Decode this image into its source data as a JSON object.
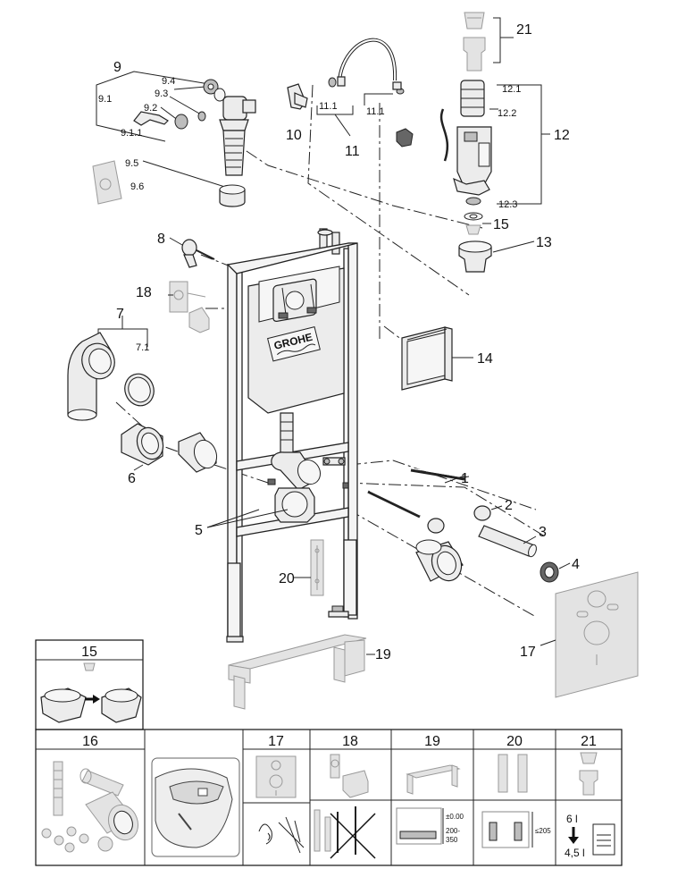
{
  "brand": "GROHE",
  "labels": {
    "l1": "1",
    "l2": "2",
    "l3": "3",
    "l4": "4",
    "l5": "5",
    "l6": "6",
    "l7": "7",
    "l7_1": "7.1",
    "l8": "8",
    "l9": "9",
    "l9_1": "9.1",
    "l9_1_1": "9.1.1",
    "l9_2": "9.2",
    "l9_3": "9.3",
    "l9_4": "9.4",
    "l9_5": "9.5",
    "l9_6": "9.6",
    "l10": "10",
    "l11": "11",
    "l11_1a": "11.1",
    "l11_1b": "11.1",
    "l12": "12",
    "l12_1": "12.1",
    "l12_2": "12.2",
    "l12_3": "12.3",
    "l13": "13",
    "l14": "14",
    "l15": "15",
    "l17": "17",
    "l18": "18",
    "l19": "19",
    "l20": "20",
    "l21": "21"
  },
  "panels": {
    "p15": "15",
    "p16": "16",
    "p17": "17",
    "p18": "18",
    "p19": "19",
    "p20": "20",
    "p21": "21"
  },
  "dims": {
    "d19_top": "±0.00",
    "d19_range1": "200-",
    "d19_range2": "350",
    "d20": "≤205",
    "d21_a": "6 l",
    "d21_b": "4,5 l"
  }
}
